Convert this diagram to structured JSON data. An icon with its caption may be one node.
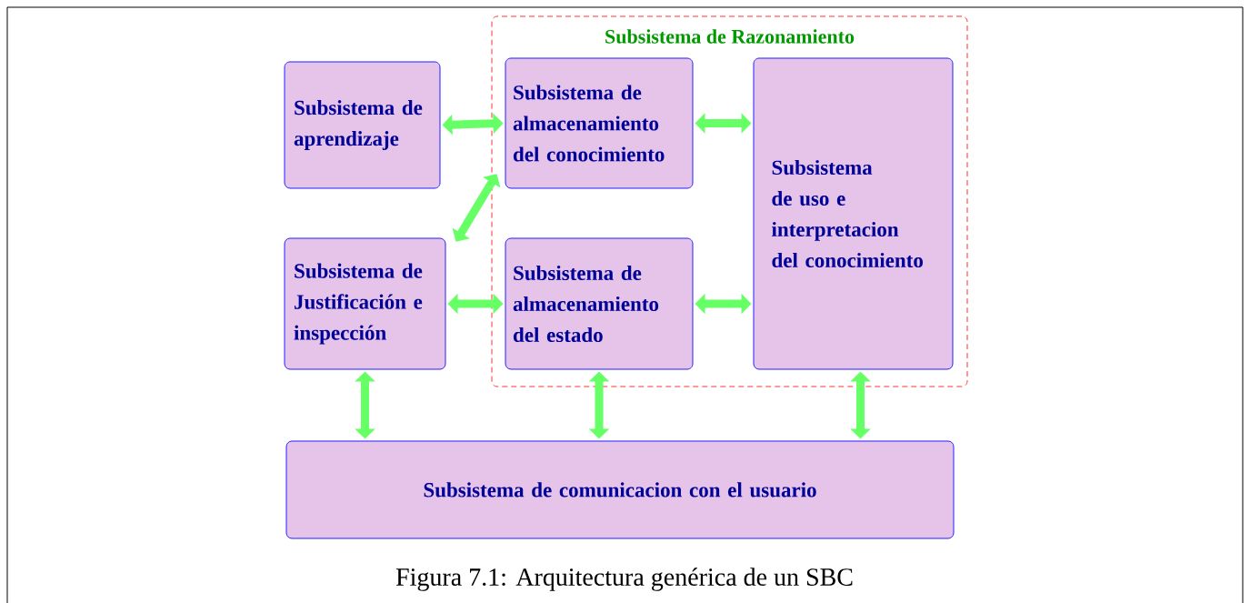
{
  "diagram": {
    "caption": "Figura 7.1: Arquitectura genérica de un SBC",
    "nodes": [
      {
        "text": [
          "Subsistema de Razonamiento"
        ]
      },
      {
        "text": [
          "Subsistema de aprendizaje"
        ]
      },
      {
        "text": [
          "Subsistema de almacenamiento del conocimiento"
        ],
        "in": 0
      },
      {
        "text": [
          "Subsistema de uso e interpretacion del conocimiento"
        ],
        "in": 0
      },
      {
        "text": [
          "Subsistema de Justificación e inspección"
        ]
      },
      {
        "text": [
          "Subsistema de almacenamiento del estado"
        ],
        "in": 0
      },
      {
        "text": [
          "Subsistema de comunicacion con el usuario"
        ]
      }
    ],
    "edges": [
      {
        "from": 1,
        "to": 2,
        "arrow": "both"
      },
      {
        "from": 2,
        "to": 3,
        "arrow": "both"
      },
      {
        "from": 4,
        "to": 2,
        "arrow": "both"
      },
      {
        "from": 4,
        "to": 5,
        "arrow": "both"
      },
      {
        "from": 5,
        "to": 3,
        "arrow": "both"
      },
      {
        "from": 4,
        "to": 6,
        "arrow": "both"
      },
      {
        "from": 5,
        "to": 6,
        "arrow": "both"
      },
      {
        "from": 3,
        "to": 6,
        "arrow": "both"
      }
    ]
  }
}
